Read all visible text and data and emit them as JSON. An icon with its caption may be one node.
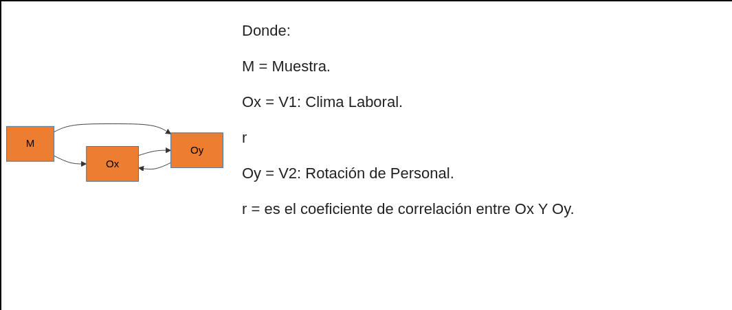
{
  "diagram": {
    "nodes": [
      {
        "text": [
          "M"
        ]
      },
      {
        "text": [
          "Ox"
        ]
      },
      {
        "text": [
          "Oy"
        ]
      }
    ],
    "edges": [
      {
        "from": 0,
        "to": 1,
        "arrow": "to"
      },
      {
        "from": 0,
        "to": 2,
        "arrow": "to"
      },
      {
        "from": 2,
        "to": 1,
        "arrow": "to"
      },
      {
        "from": 1,
        "to": 2,
        "arrow": "to"
      }
    ],
    "labels": [
      "Donde:",
      "M = Muestra.",
      "Ox = V1: Clima Laboral.",
      "r",
      "Oy = V2: Rotación de Personal.",
      "r = es el coeficiente de correlación entre Ox Y Oy."
    ]
  }
}
